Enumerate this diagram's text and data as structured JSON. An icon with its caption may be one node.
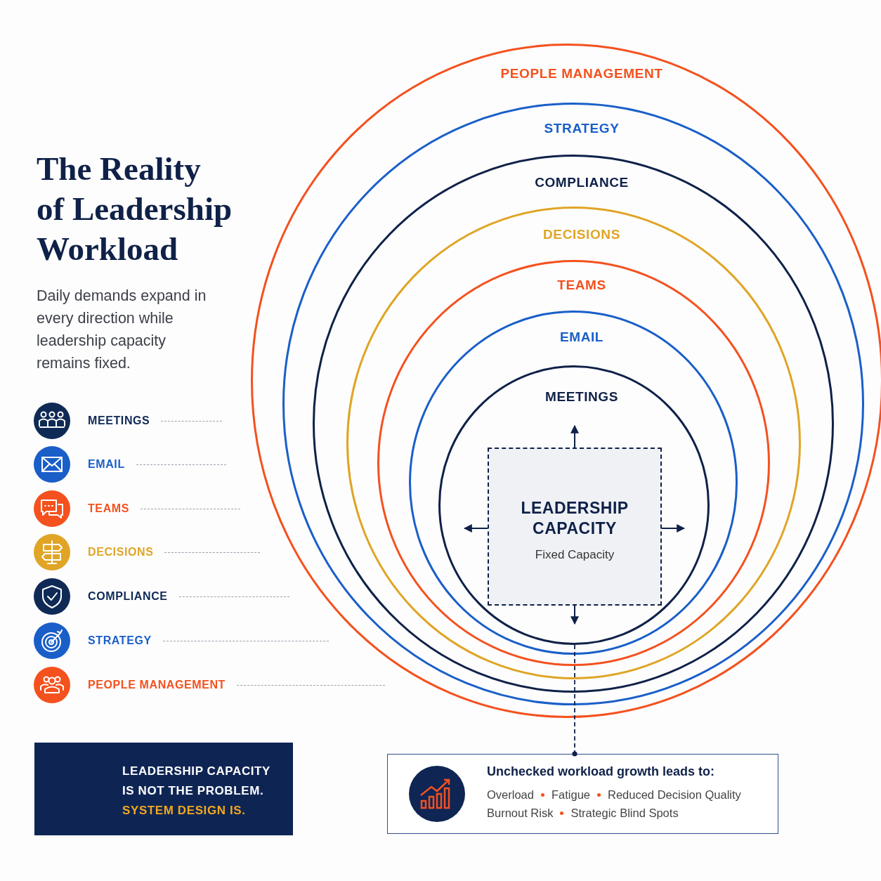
{
  "diagram": {
    "title": "The Reality of Leadership Workload",
    "nodes": [
      {
        "text": [
          "PEOPLE MANAGEMENT"
        ]
      },
      {
        "text": [
          "STRATEGY"
        ],
        "in": 0
      },
      {
        "text": [
          "COMPLIANCE"
        ],
        "in": 1
      },
      {
        "text": [
          "DECISIONS"
        ],
        "in": 2
      },
      {
        "text": [
          "TEAMS"
        ],
        "in": 3
      },
      {
        "text": [
          "EMAIL"
        ],
        "in": 4
      },
      {
        "text": [
          "MEETINGS"
        ],
        "in": 5
      },
      {
        "text": [
          "LEADERSHIP CAPACITY",
          "Fixed Capacity"
        ],
        "in": 6
      },
      {
        "text": [
          "LEADERSHIP CAPACITY IS NOT THE PROBLEM.",
          "SYSTEM DESIGN IS."
        ]
      },
      {
        "text": [
          "Unchecked workload growth leads to:",
          "Overload",
          "Fatigue",
          "Reduced Decision Quality",
          "Burnout Risk",
          "Strategic Blind Spots"
        ]
      }
    ],
    "edges": [
      {
        "from": 6,
        "to": 9,
        "arrow": "other",
        "style": "dashed"
      }
    ],
    "labels": [
      "Daily demands expand in every direction while leadership capacity remains fixed."
    ],
    "legend": [
      {
        "text": "MEETINGS",
        "color": "#0f2a55"
      },
      {
        "text": "EMAIL",
        "color": "#1a5fc8"
      },
      {
        "text": "TEAMS",
        "color": "#f4511e"
      },
      {
        "text": "DECISIONS",
        "color": "#e0a526"
      },
      {
        "text": "COMPLIANCE",
        "color": "#0f2a55"
      },
      {
        "text": "STRATEGY",
        "color": "#1a5fc8"
      },
      {
        "text": "PEOPLE MANAGEMENT",
        "color": "#f4511e"
      }
    ]
  }
}
